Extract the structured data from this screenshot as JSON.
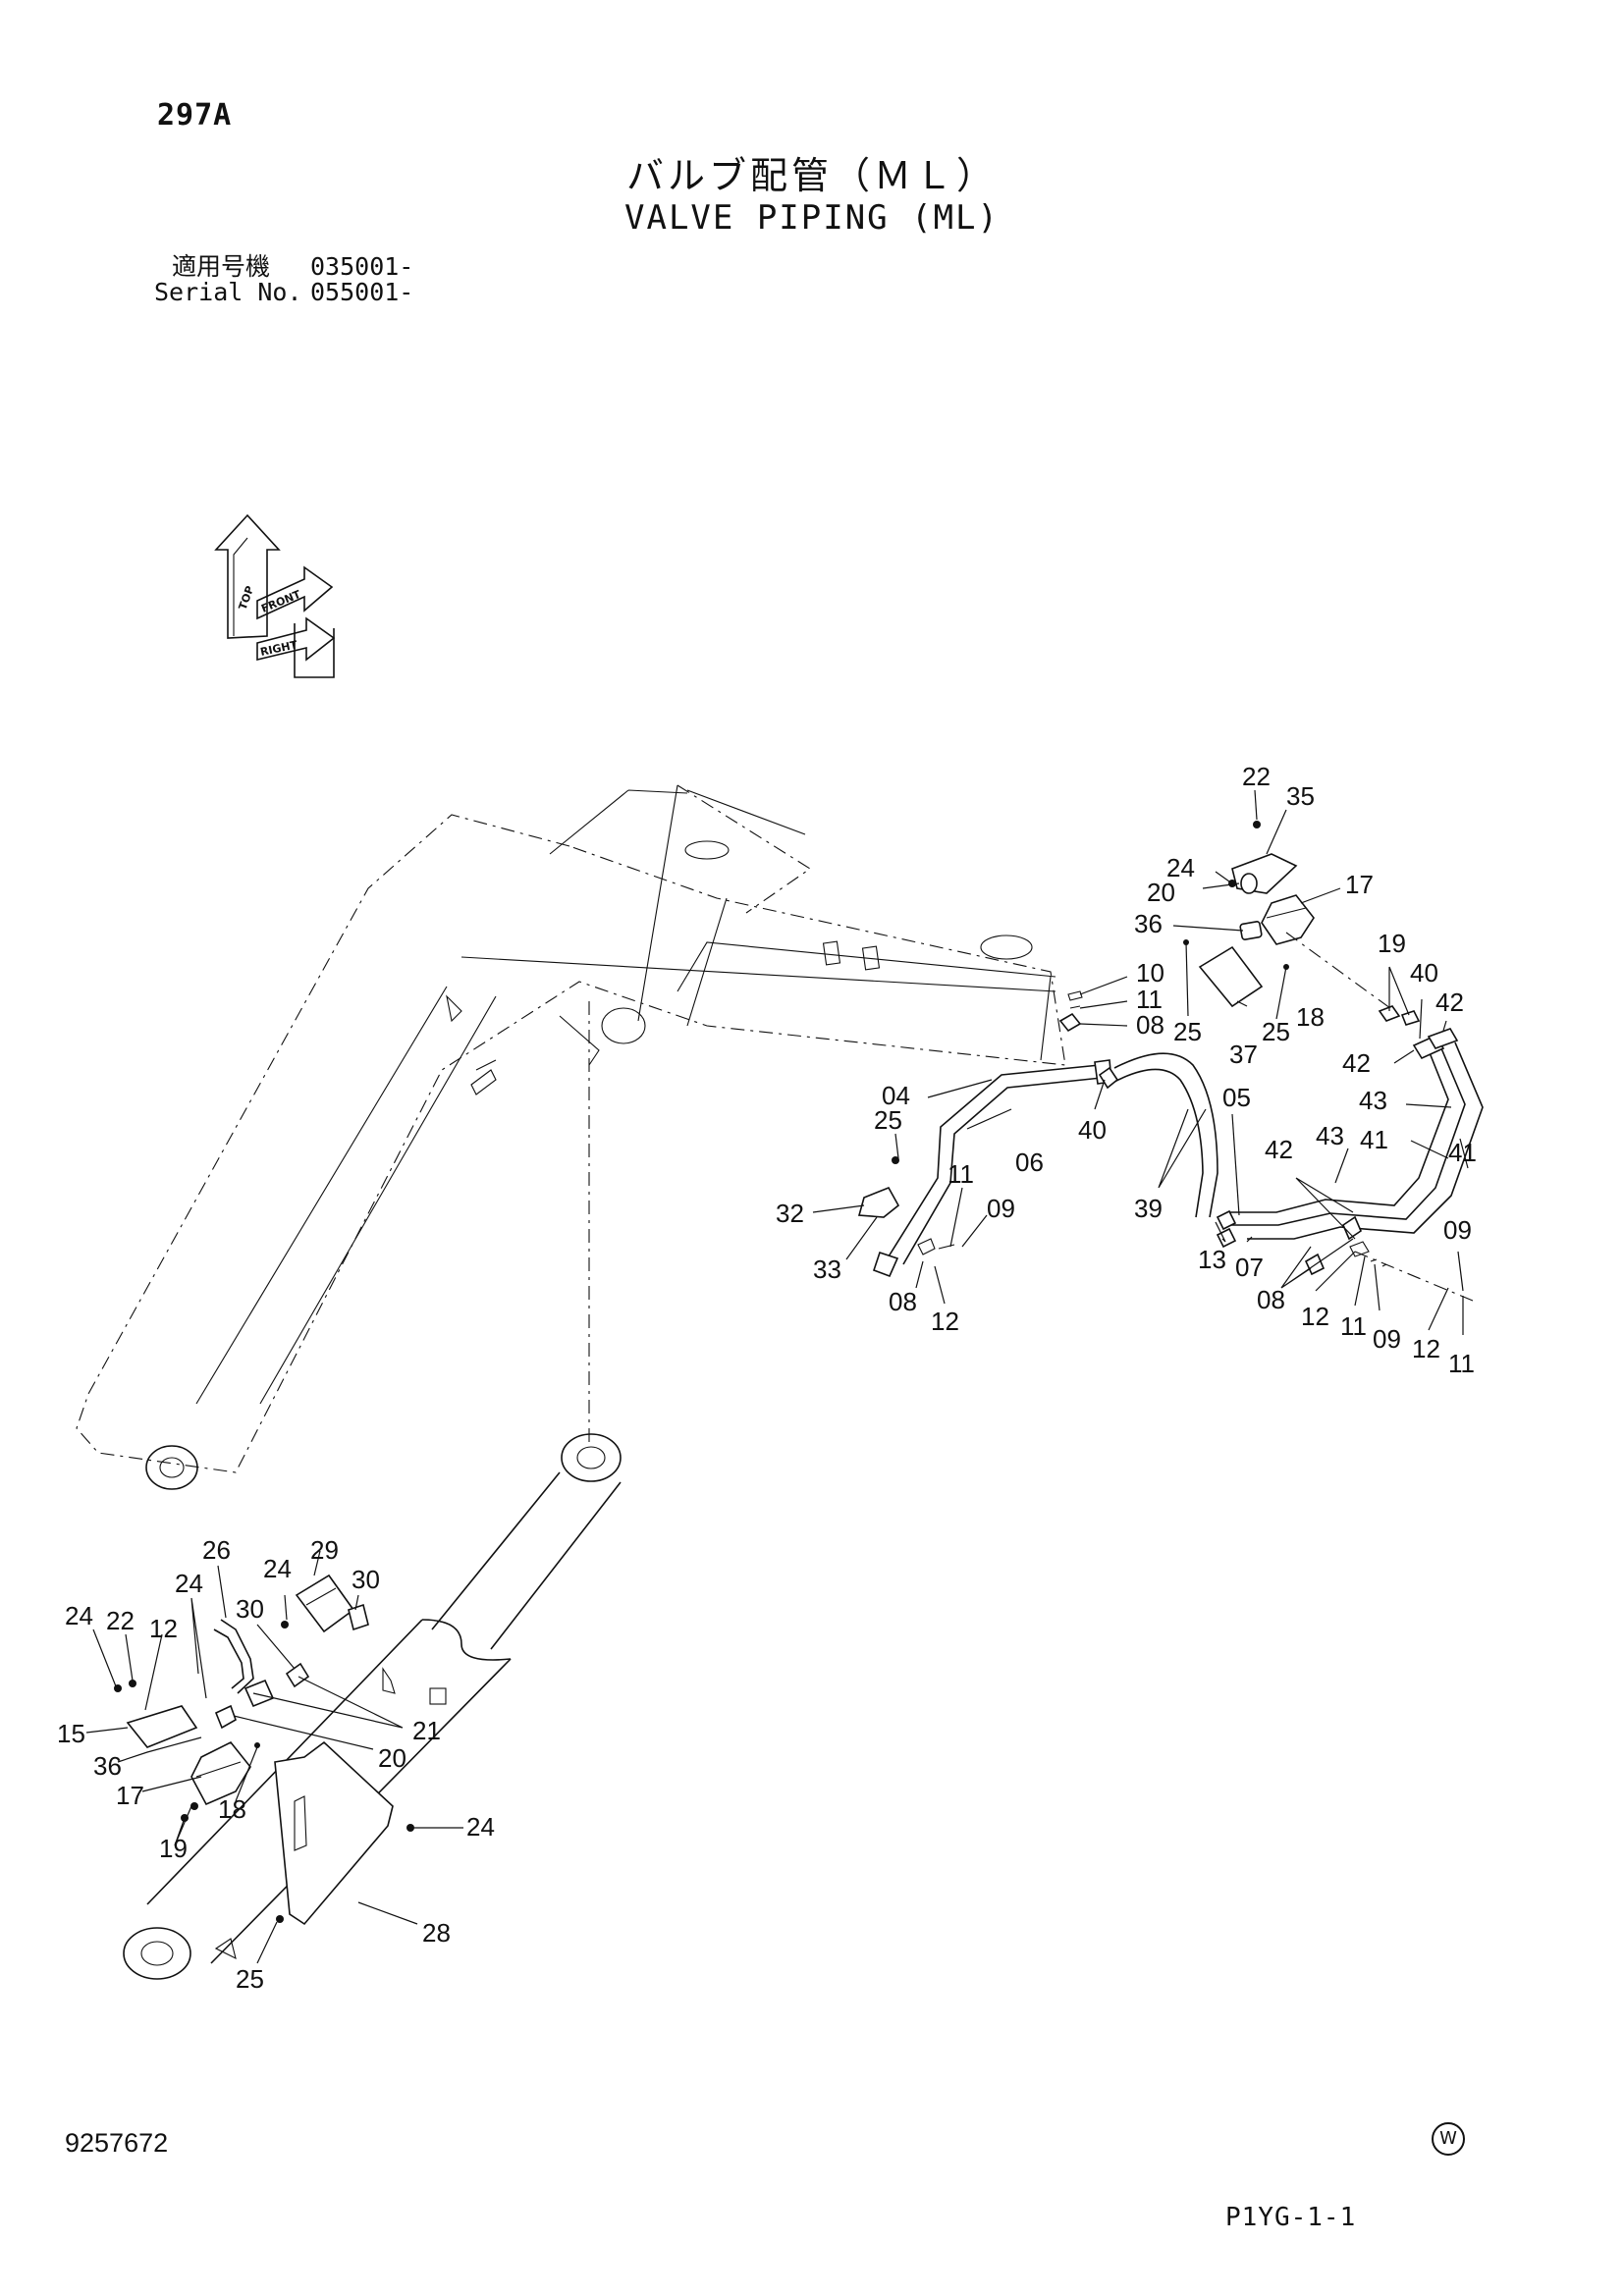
{
  "header": {
    "page_code": "297A",
    "title_jp": "バルブ配管（ＭＬ）",
    "title_en": "VALVE PIPING (ML)"
  },
  "serial": {
    "jp_label": "適用号機",
    "jp_value": "035001-",
    "en_label": "Serial No.",
    "en_value": "055001-"
  },
  "orientation": {
    "top": "TOP",
    "front": "FRONT",
    "right": "RIGHT"
  },
  "footer": {
    "doc_number": "9257672",
    "page_ref": "P1YG-1-1",
    "mark": "W"
  },
  "callouts": {
    "c22a": "22",
    "c35": "35",
    "c24a": "24",
    "c20a": "20",
    "c17a": "17",
    "c36a": "36",
    "c10": "10",
    "c11a": "11",
    "c08a": "08",
    "c25a": "25",
    "c25b": "25",
    "c37": "37",
    "c18a": "18",
    "c19a": "19",
    "c40a": "40",
    "c42a": "42",
    "c42b": "42",
    "c43a": "43",
    "c41a": "41",
    "c41b": "41",
    "c43b": "43",
    "c42c": "42",
    "c04": "04",
    "c06": "06",
    "c40b": "40",
    "c05": "05",
    "c39": "39",
    "c25c": "25",
    "c32": "32",
    "c33": "33",
    "c11b": "11",
    "c09a": "09",
    "c08b": "08",
    "c12a": "12",
    "c13": "13",
    "c07": "07",
    "c08c": "08",
    "c12b": "12",
    "c11c": "11",
    "c09b": "09",
    "c09c": "09",
    "c12c": "12",
    "c11d": "11",
    "c26": "26",
    "c24b": "24",
    "c29": "29",
    "c24c": "24",
    "c30a": "30",
    "c30b": "30",
    "c24d": "24",
    "c22b": "22",
    "c12d": "12",
    "c15": "15",
    "c36b": "36",
    "c17b": "17",
    "c21": "21",
    "c20b": "20",
    "c18b": "18",
    "c19b": "19",
    "c24e": "24",
    "c28": "28",
    "c25d": "25"
  }
}
